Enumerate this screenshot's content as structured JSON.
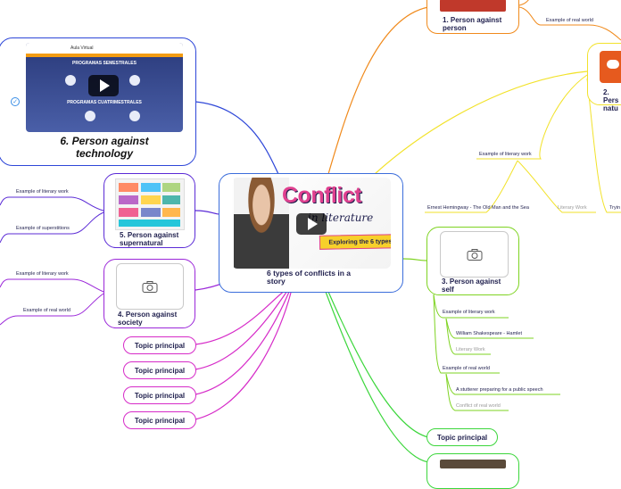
{
  "central": {
    "title": "6 types of conflicts in a story",
    "image_text": {
      "word1": "Conflict",
      "word2": "in literature",
      "banner": "Exploring the 6 types!"
    }
  },
  "nodes": {
    "technology": {
      "title": "6. Person against technology"
    },
    "supernatural": {
      "title": "5. Person against supernatural"
    },
    "society": {
      "title": "4. Person against society"
    },
    "person": {
      "title": "1. Person against person"
    },
    "nature": {
      "title": "2. Pers natu"
    },
    "self": {
      "title": "3. Person against self"
    }
  },
  "topics": {
    "left_1": "Topic principal",
    "left_2": "Topic principal",
    "left_3": "Topic principal",
    "left_4": "Topic principal",
    "right_1": "Topic principal"
  },
  "leaves": {
    "supernatural_lit": "Example of literary work",
    "supernatural_super": "Example of superstitions",
    "society_lit": "Example of literary work",
    "society_real": "Example of real world",
    "person_real": "Example of real world",
    "nature_lit": "Example of literary work",
    "nature_hemingway": "Ernest Hemingway - The Old Man and the Sea",
    "nature_litwork": "Literary Work",
    "nature_tryin": "Tryin",
    "self_lit": "Example of literary work",
    "self_shakespeare": "William Shakespeare - Hamlet",
    "self_litwork": "Literary Work",
    "self_real": "Example of real world",
    "self_stutterer": "A stutterer preparing for a public speech",
    "self_conflict": "Conflict of real world"
  },
  "video_thumb": {
    "header": "Aula Virtual",
    "section1": "PROGRAMAS SEMESTRALES",
    "section2": "PROGRAMAS CUATRIMESTRALES"
  },
  "colors": {
    "technology": "#2e47d8",
    "supernatural": "#5b2bd6",
    "society": "#9b27d9",
    "topics_left": "#d62bc8",
    "person": "#f08a1c",
    "nature": "#f2e22a",
    "self": "#7ed321",
    "right_topic": "#3bd63b"
  }
}
